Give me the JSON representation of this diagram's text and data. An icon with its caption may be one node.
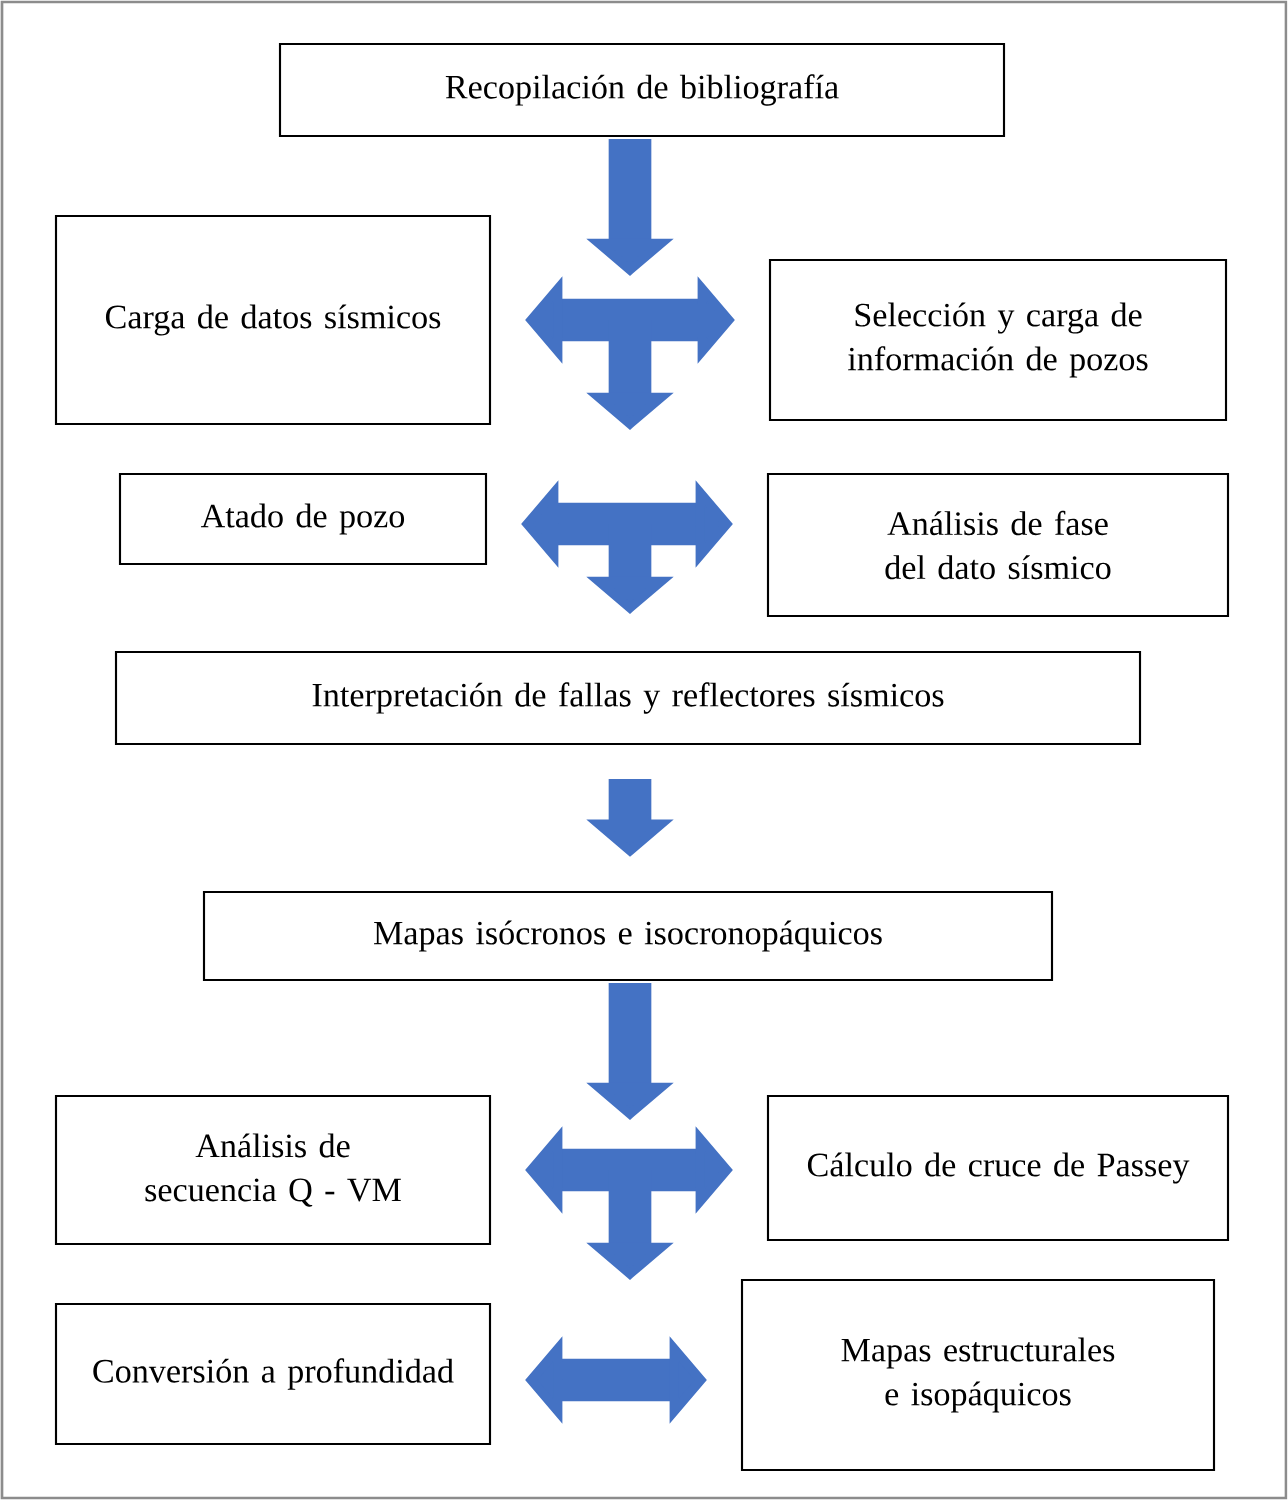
{
  "diagram": {
    "nodes": [
      {
        "text": [
          "Recopilación de bibliografía"
        ]
      },
      {
        "text": [
          "Carga de datos sísmicos"
        ]
      },
      {
        "text": [
          "Selección y carga de información de pozos"
        ]
      },
      {
        "text": [
          "Atado de pozo"
        ]
      },
      {
        "text": [
          "Análisis de fase del dato sísmico"
        ]
      },
      {
        "text": [
          "Interpretación de fallas y reflectores sísmicos"
        ]
      },
      {
        "text": [
          "Mapas isócronos e isocronopáquicos"
        ]
      },
      {
        "text": [
          "Análisis de secuencia Q - VM"
        ]
      },
      {
        "text": [
          "Cálculo de cruce de Passey"
        ]
      },
      {
        "text": [
          "Conversión a profundidad"
        ]
      },
      {
        "text": [
          "Mapas estructurales e isopáquicos"
        ]
      }
    ],
    "edges": [
      {
        "from": 0,
        "to": null,
        "arrow": "to"
      },
      {
        "from": 1,
        "to": 2,
        "arrow": "both"
      },
      {
        "from": 3,
        "to": 4,
        "arrow": "both"
      },
      {
        "from": 5,
        "to": 6,
        "arrow": "to"
      },
      {
        "from": 6,
        "to": null,
        "arrow": "to"
      },
      {
        "from": 7,
        "to": 8,
        "arrow": "both"
      },
      {
        "from": 9,
        "to": 10,
        "arrow": "both"
      }
    ]
  }
}
